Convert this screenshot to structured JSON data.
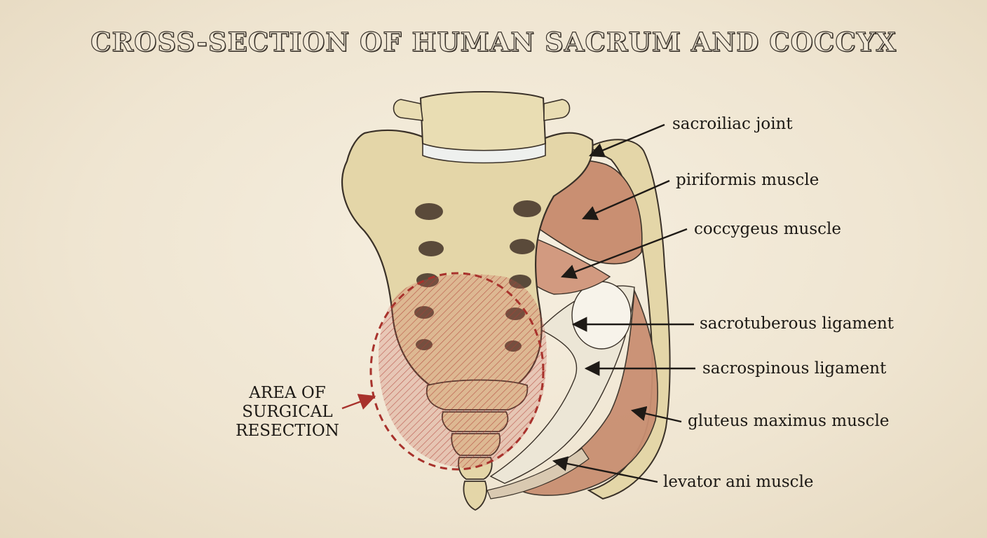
{
  "title": "CROSS-SECTION OF HUMAN SACRUM AND COCCYX",
  "labels": {
    "sacroiliac": "sacroiliac joint",
    "piriformis": "piriformis muscle",
    "coccygeus": "coccygeus muscle",
    "sacrotuberous": "sacrotuberous ligament",
    "sacrospinous": "sacrospinous ligament",
    "gluteus": "gluteus maximus muscle",
    "levator": "levator ani muscle"
  },
  "resection": {
    "line1": "AREA OF",
    "line2": "SURGICAL",
    "line3": "RESECTION"
  },
  "colors": {
    "bone": "#e4d6a8",
    "muscle": "#c98f72",
    "ligament": "#ece6d6",
    "resection_outline": "#a8322c",
    "ink": "#1e1a16"
  }
}
